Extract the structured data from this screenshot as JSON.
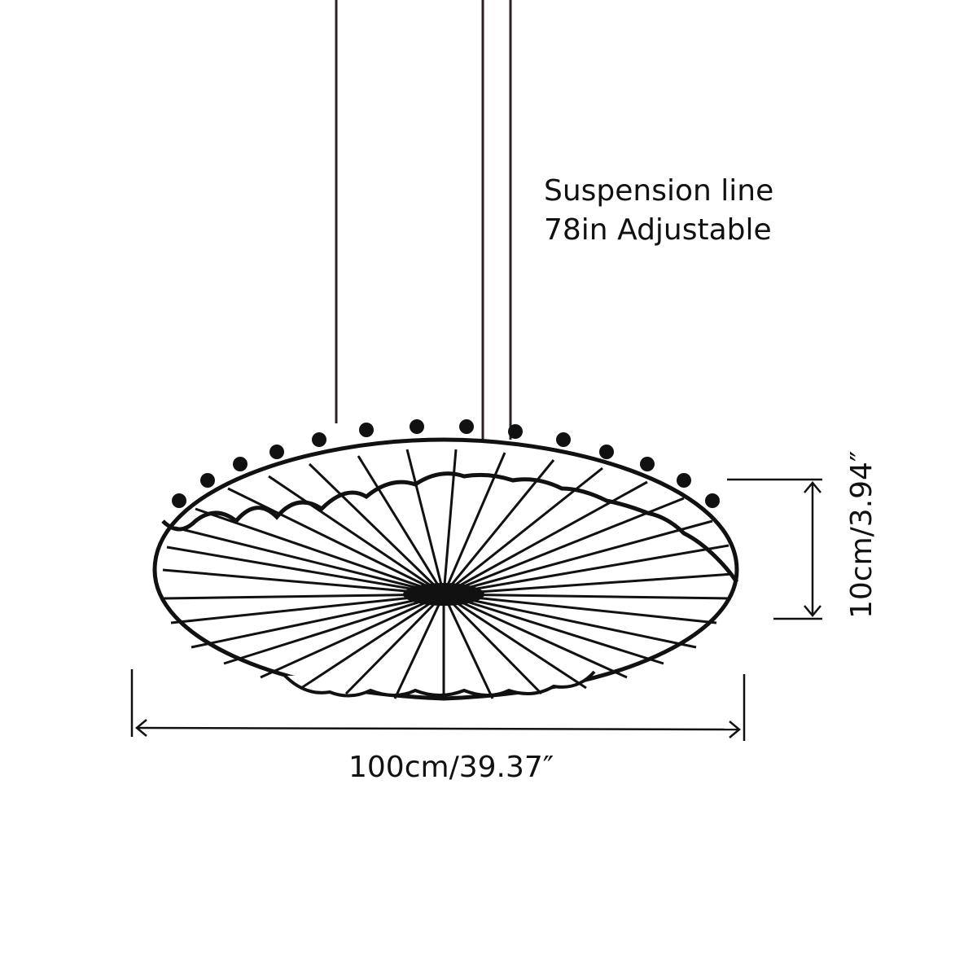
{
  "diagram": {
    "type": "product-dimension-drawing",
    "subject": "pleated disc pendant lamp",
    "suspension": {
      "line1": "Suspension line",
      "line2": "78in Adjustable",
      "cable_count": 3
    },
    "dimensions": {
      "width_label": "100cm/39.37″",
      "height_label": "10cm/3.94″"
    },
    "colors": {
      "background": "#ffffff",
      "line": "#111111"
    }
  }
}
